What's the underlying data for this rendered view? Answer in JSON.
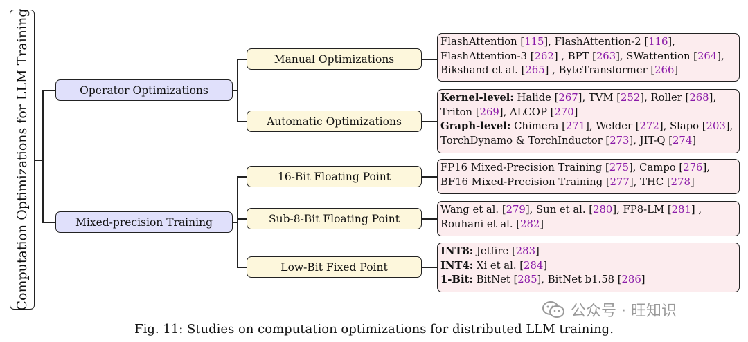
{
  "root": {
    "label": "Computation Optimizations for LLM Training"
  },
  "branches": [
    {
      "label": "Operator Optimizations",
      "children": [
        {
          "label": "Manual Optimizations",
          "lines": [
            [
              {
                "t": "FlashAttention ["
              },
              {
                "t": "115",
                "ref": true
              },
              {
                "t": "],  FlashAttention-2 ["
              },
              {
                "t": "116",
                "ref": true
              },
              {
                "t": "],"
              }
            ],
            [
              {
                "t": "FlashAttention-3 ["
              },
              {
                "t": "262",
                "ref": true
              },
              {
                "t": "] ,  BPT ["
              },
              {
                "t": "263",
                "ref": true
              },
              {
                "t": "],  SWattention ["
              },
              {
                "t": "264",
                "ref": true
              },
              {
                "t": "],"
              }
            ],
            [
              {
                "t": "Bikshand et al. ["
              },
              {
                "t": "265",
                "ref": true
              },
              {
                "t": "] , ByteTransformer ["
              },
              {
                "t": "266",
                "ref": true
              },
              {
                "t": "]"
              }
            ]
          ]
        },
        {
          "label": "Automatic Optimizations",
          "lines": [
            [
              {
                "t": "Kernel-level:",
                "bold": true
              },
              {
                "t": " Halide ["
              },
              {
                "t": "267",
                "ref": true
              },
              {
                "t": "],  TVM ["
              },
              {
                "t": "252",
                "ref": true
              },
              {
                "t": "],  Roller ["
              },
              {
                "t": "268",
                "ref": true
              },
              {
                "t": "],"
              }
            ],
            [
              {
                "t": "Triton ["
              },
              {
                "t": "269",
                "ref": true
              },
              {
                "t": "],  ALCOP ["
              },
              {
                "t": "270",
                "ref": true
              },
              {
                "t": "]"
              }
            ],
            [
              {
                "t": "Graph-level:",
                "bold": true
              },
              {
                "t": " Chimera ["
              },
              {
                "t": "271",
                "ref": true
              },
              {
                "t": "],  Welder ["
              },
              {
                "t": "272",
                "ref": true
              },
              {
                "t": "],  Slapo ["
              },
              {
                "t": "203",
                "ref": true
              },
              {
                "t": "],"
              }
            ],
            [
              {
                "t": "TorchDynamo & TorchInductor ["
              },
              {
                "t": "273",
                "ref": true
              },
              {
                "t": "],  JIT-Q ["
              },
              {
                "t": "274",
                "ref": true
              },
              {
                "t": "]"
              }
            ]
          ]
        }
      ]
    },
    {
      "label": "Mixed-precision Training",
      "children": [
        {
          "label": "16-Bit Floating Point",
          "lines": [
            [
              {
                "t": "FP16 Mixed-Precision Training ["
              },
              {
                "t": "275",
                "ref": true
              },
              {
                "t": "],  Campo ["
              },
              {
                "t": "276",
                "ref": true
              },
              {
                "t": "],"
              }
            ],
            [
              {
                "t": "BF16 Mixed-Precision Training  ["
              },
              {
                "t": "277",
                "ref": true
              },
              {
                "t": "],  THC ["
              },
              {
                "t": "278",
                "ref": true
              },
              {
                "t": "]"
              }
            ]
          ]
        },
        {
          "label": "Sub-8-Bit Floating Point",
          "lines": [
            [
              {
                "t": "Wang et al. ["
              },
              {
                "t": "279",
                "ref": true
              },
              {
                "t": "],  Sun et al. ["
              },
              {
                "t": "280",
                "ref": true
              },
              {
                "t": "],  FP8-LM ["
              },
              {
                "t": "281",
                "ref": true
              },
              {
                "t": "] ,"
              }
            ],
            [
              {
                "t": "Rouhani et al. ["
              },
              {
                "t": "282",
                "ref": true
              },
              {
                "t": "]"
              }
            ]
          ]
        },
        {
          "label": "Low-Bit Fixed Point",
          "lines": [
            [
              {
                "t": "INT8:",
                "bold": true
              },
              {
                "t": " Jetfire ["
              },
              {
                "t": "283",
                "ref": true
              },
              {
                "t": "]"
              }
            ],
            [
              {
                "t": "INT4:",
                "bold": true
              },
              {
                "t": " Xi et al. ["
              },
              {
                "t": "284",
                "ref": true
              },
              {
                "t": "]"
              }
            ],
            [
              {
                "t": "1-Bit:",
                "bold": true
              },
              {
                "t": " BitNet ["
              },
              {
                "t": "285",
                "ref": true
              },
              {
                "t": "],  BitNet b1.58 ["
              },
              {
                "t": "286",
                "ref": true
              },
              {
                "t": "]"
              }
            ]
          ]
        }
      ]
    }
  ],
  "caption": "Fig. 11: Studies on computation optimizations for distributed LLM training.",
  "watermark": {
    "text": "公众号 · 旺知识",
    "icon": "wechat-icon"
  },
  "colors": {
    "level1_fill": "#e0e0fb",
    "level2_fill": "#fdf7dc",
    "leaf_fill": "#fcecee",
    "ref_color": "#8a1aa8"
  }
}
